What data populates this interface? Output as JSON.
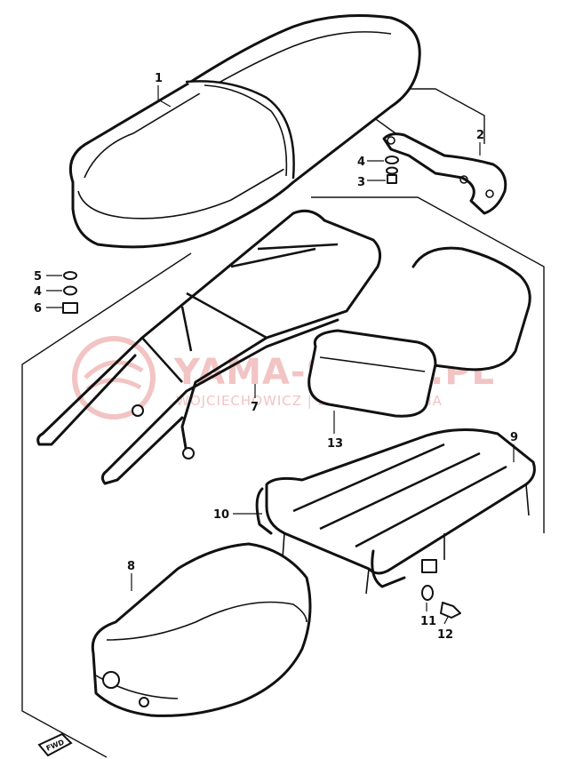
{
  "watermark": {
    "main": "YAMA-SKLEP.PL",
    "sub": "WOJCIECHOWICZ | DEALER YAMAHA"
  },
  "badge": "FWD",
  "callouts": [
    {
      "id": "c1",
      "text": "1"
    },
    {
      "id": "c2",
      "text": "2"
    },
    {
      "id": "c3",
      "text": "3"
    },
    {
      "id": "c4a",
      "text": "4"
    },
    {
      "id": "c5",
      "text": "5"
    },
    {
      "id": "c4b",
      "text": "4"
    },
    {
      "id": "c6",
      "text": "6"
    },
    {
      "id": "c7",
      "text": "7"
    },
    {
      "id": "c8",
      "text": "8"
    },
    {
      "id": "c9",
      "text": "9"
    },
    {
      "id": "c10",
      "text": "10"
    },
    {
      "id": "c11",
      "text": "11"
    },
    {
      "id": "c12",
      "text": "12"
    },
    {
      "id": "c13",
      "text": "13"
    }
  ]
}
